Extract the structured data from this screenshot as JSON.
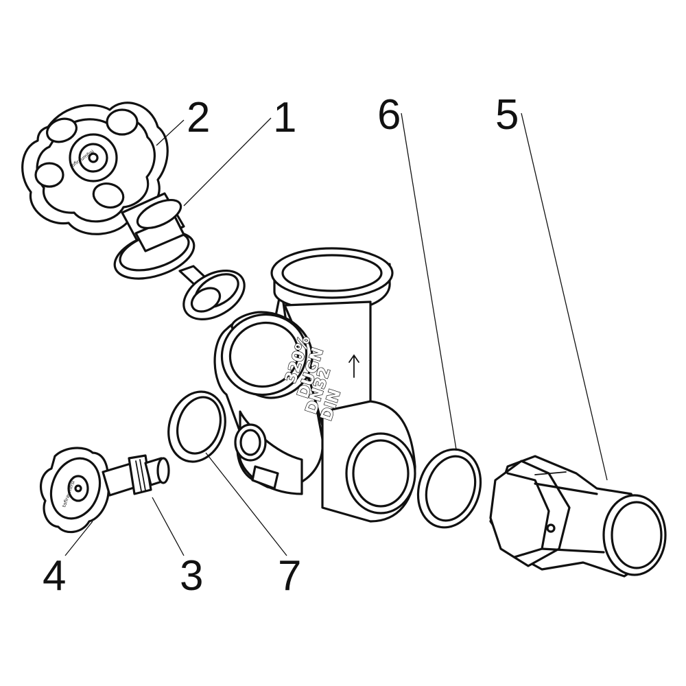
{
  "callouts": [
    {
      "id": "1",
      "label": "1"
    },
    {
      "id": "2",
      "label": "2"
    },
    {
      "id": "3",
      "label": "3"
    },
    {
      "id": "4",
      "label": "4"
    },
    {
      "id": "5",
      "label": "5"
    },
    {
      "id": "6",
      "label": "6"
    },
    {
      "id": "7",
      "label": "7"
    }
  ],
  "body_markings": [
    "320%",
    "DUGN",
    "DN32",
    "DIN"
  ],
  "handwheel_brand": "tofiraumfrsi",
  "icons": [
    "handwheel-large",
    "handwheel-small",
    "valve-body",
    "union-nut",
    "seal-ring",
    "valve-insert",
    "stem-plug"
  ],
  "colors": {
    "line": "#111111",
    "background": "#ffffff"
  }
}
